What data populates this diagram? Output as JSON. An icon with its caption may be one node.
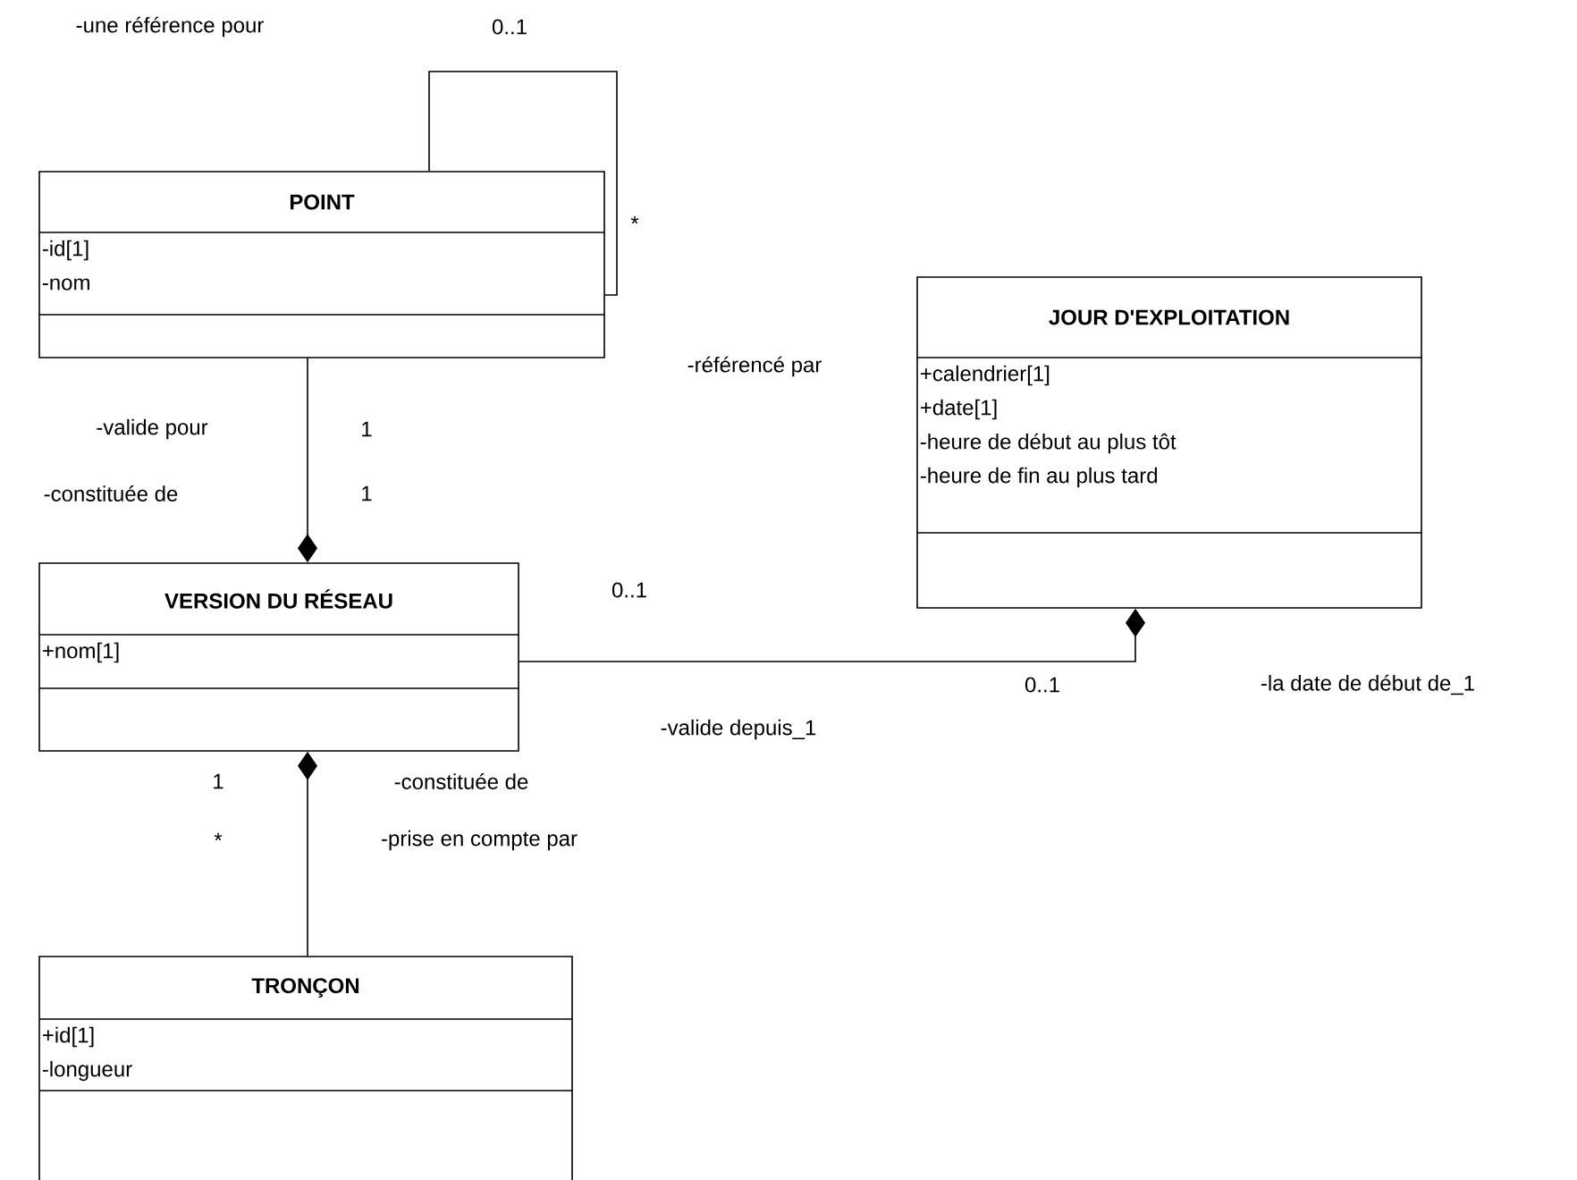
{
  "diagram": {
    "nodes": [
      {
        "text": [
          "POINT",
          "-id[1]",
          "-nom"
        ]
      },
      {
        "text": [
          "JOUR D'EXPLOITATION",
          "+calendrier[1]",
          "+date[1]",
          "-heure de début au plus tôt",
          "-heure de fin au plus tard"
        ]
      },
      {
        "text": [
          "VERSION DU RÉSEAU",
          "+nom[1]"
        ]
      },
      {
        "text": [
          "TRONÇON",
          "+id[1]",
          "-longueur"
        ]
      }
    ],
    "edges": [
      {
        "from": 0,
        "to": 0,
        "arrow": "none"
      },
      {
        "from": 2,
        "to": 0,
        "arrow": "other"
      },
      {
        "from": 1,
        "to": 2,
        "arrow": "other"
      },
      {
        "from": 2,
        "to": 3,
        "arrow": "other"
      }
    ],
    "labels": [
      "-une référence pour",
      "0..1",
      "*",
      "-référencé par",
      "-valide pour",
      "1",
      "-constituée de",
      "1",
      "0..1",
      "0..1",
      "-la date de début de_1",
      "-valide depuis_1",
      "1",
      "-constituée de",
      "*",
      "-prise en compte par"
    ]
  }
}
